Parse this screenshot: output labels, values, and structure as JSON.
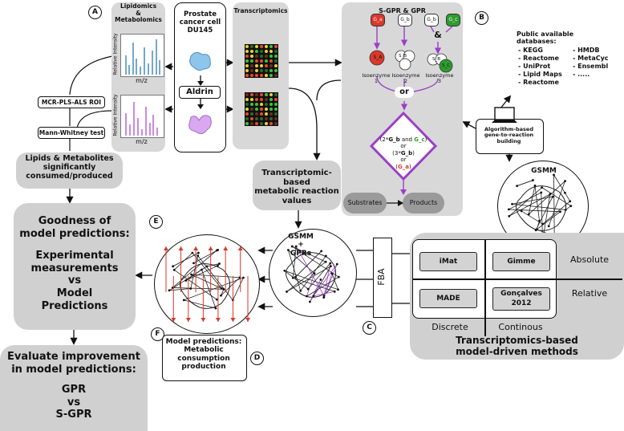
{
  "labels": {
    "A": "A",
    "B": "B",
    "C": "C",
    "D": "D",
    "E": "E",
    "F": "F"
  },
  "lipidomics": {
    "title_line1": "Lipidomics",
    "title_line2": "&",
    "title_line3": "Metabolomics",
    "y_axis": "Relative Intensity",
    "x_axis": "m/z"
  },
  "prostate": {
    "line1": "Prostate",
    "line2": "cancer cell",
    "line3": "DU145",
    "treatment": "Aldrin"
  },
  "transcriptomics": {
    "title": "Transcriptomics"
  },
  "sgpr": {
    "title": "S-GPR & GPR",
    "genes": [
      "G_a",
      "G_b",
      "G_b",
      "G_c"
    ],
    "subunits": [
      "S_A",
      "S_B",
      "S_B",
      "S_C"
    ],
    "amp": "&",
    "isozymes": [
      "Isoenzyme 1",
      "Isoenzyme 2",
      "Isoenzyme 3"
    ],
    "or": "or",
    "rule": {
      "p1": "(2*",
      "gb": "G_b",
      "and": " and ",
      "gc": "G_c",
      "p2": ")",
      "or1": "or",
      "p3": "(3*",
      "gb2": "G_b",
      "p4": ")",
      "or2": "or",
      "p5": "(",
      "ga": "G_a",
      "p6": ")"
    },
    "substrates": "Substrates",
    "products": "Products"
  },
  "databases": {
    "title1": "Public available",
    "title2": "databases:",
    "left": [
      "- KEGG",
      "- Reactome",
      "- UniProt",
      "- Lipid Maps",
      "- Reactome"
    ],
    "right": [
      "- HMDB",
      "- MetaCyc",
      "- Ensembl",
      "- ....."
    ]
  },
  "algorithm": {
    "line1": "Algorithm-based",
    "line2": "gene-to-reaction",
    "line3": "building"
  },
  "gsmm_label": "GSMM",
  "mcr": "MCR-PLS-ALS ROI",
  "mann": "Mann-Whitney test",
  "lipids_sig": {
    "line1": "Lipids & Metabolites",
    "line2": "significantly",
    "line3": "consumed/produced"
  },
  "tx_values": {
    "line1": "Transcriptomic-based",
    "line2": "metabolic reaction",
    "line3": "values"
  },
  "goodness": {
    "line1": "Goodness of",
    "line2": "model predictions:",
    "line3": "Experimental",
    "line4": "measurements",
    "line5": "vs",
    "line6": "Model",
    "line7": "Predictions"
  },
  "evaluate": {
    "line1": "Evaluate improvement",
    "line2": "in model predictions:",
    "line3": "GPR",
    "line4": "vs",
    "line5": "S-GPR"
  },
  "gsmm_gprs": {
    "line1": "GSMM",
    "line2": "+",
    "line3": "GPRs"
  },
  "fba": "FBA",
  "predictions": {
    "line1": "Model predictions:",
    "line2": "Metabolic",
    "line3": "consumption",
    "line4": "production"
  },
  "methods": {
    "imat": "iMat",
    "gimme": "Gimme",
    "made": "MADE",
    "goncalves1": "Gonçalves",
    "goncalves2": "2012",
    "absolute": "Absolute",
    "relative": "Relative",
    "discrete": "Discrete",
    "continous": "Continous",
    "title1": "Transcriptomics-based",
    "title2": "model-driven methods"
  },
  "colors": {
    "blue": "#2a78b7",
    "purple": "#b04ad0",
    "arrow_purple": "#9b3fc6",
    "red": "#d9392b",
    "green": "#2e9c2e"
  }
}
